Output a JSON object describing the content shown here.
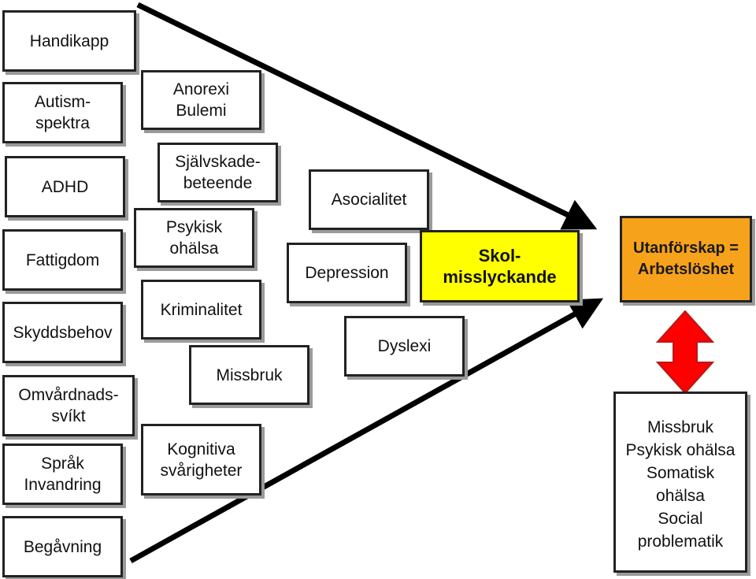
{
  "left_column": [
    "Handikapp",
    "Autism-\nspektra",
    "ADHD",
    "Fattigdom",
    "Skyddsbehov",
    "Omvårdnads-\nsvíkt",
    "Språk\nInvandring",
    "Begåvning"
  ],
  "second_column": [
    "Anorexi\nBulemi",
    "Självskade-\nbeteende",
    "Psykisk\nohälsa",
    "Kriminalitet",
    "Missbruk",
    "Kognitiva\nsvårigheter"
  ],
  "middle": [
    "Asocialitet",
    "Depression",
    "Dyslexi"
  ],
  "outcome": "Skol-\nmisslyckande",
  "result": "Utanförskap =\nArbetslöshet",
  "consequences": "Missbruk\nPsykisk ohälsa\nSomatisk\nohälsa\nSocial\nproblematik",
  "colors": {
    "outcome": "#ffff00",
    "result": "#f7a21b",
    "double_arrow": "#ff0000",
    "funnel": "#000000"
  },
  "icons": {
    "funnel_arrows": "arrow-icon",
    "link": "double-arrow-icon"
  }
}
